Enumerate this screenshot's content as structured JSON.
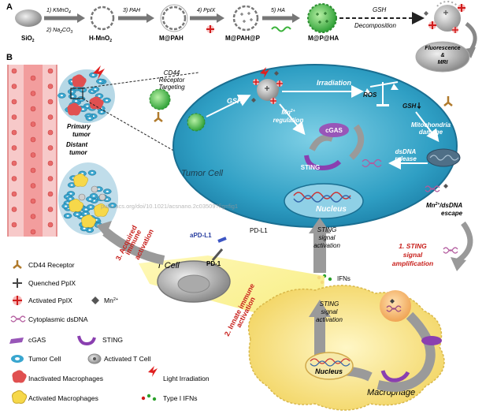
{
  "panel_a": {
    "letter": "A",
    "step1_line1": "1) KMnO",
    "step1_sub1": "4",
    "step1_line2": "2) Na",
    "step1_sub2a": "2",
    "step1_mid2": "CO",
    "step1_sub2b": "3",
    "step3": "3) PAH",
    "step4": "4) PpIX",
    "step5": "5) HA",
    "gsh": "GSH",
    "decomposition": "Decomposition",
    "sio2": "SiO",
    "sio2_sub": "2",
    "hmno2": "H-MnO",
    "hmno2_sub": "2",
    "mpah": "M@PAH",
    "mpahp": "M@PAH@P",
    "mpha": "M@P@HA",
    "fluor1": "Fluorescence",
    "fluor2": "&",
    "fluor3": "MRI"
  },
  "panel_b": {
    "letter": "B",
    "primary1": "Primary",
    "primary2": "tumor",
    "distant1": "Distant",
    "distant2": "tumor",
    "cd44_1": "CD44",
    "cd44_2": "Receptor",
    "cd44_3": "Targeting",
    "gsh": "GSH",
    "irradiation": "Irradiation",
    "ros": "ROS",
    "gsh2": "GSH",
    "mn_reg1": "Mn",
    "mn_reg2": "regulation",
    "cgas": "cGAS",
    "mito1": "Mitochondria",
    "mito2": "damage",
    "dsdna1": "dsDNA",
    "dsdna2": "release",
    "sting": "STING",
    "tumor_cell": "Tumor Cell",
    "nucleus": "Nucleus",
    "watermark": "pubs.acs.org/doi/10.1021/acsnano.2c03509?fig=fig1",
    "mn_escape1": "Mn",
    "mn_escape2": "/dsDNA",
    "mn_escape3": "escape",
    "apdl1": "aPD-L1",
    "pdl1": "PD-L1",
    "pd1": "PD-1",
    "tcell": "T Cell",
    "acquired1": "3. Acquired",
    "acquired2": "immune",
    "acquired3": "activation",
    "sting_sig1_1": "STING",
    "sting_sig1_2": "signal",
    "sting_sig1_3": "activation",
    "ifns": "IFNs",
    "amp1": "1. STING",
    "amp2": "signal",
    "amp3": "amplification",
    "innate1": "2. Innate immune",
    "innate2": "activation",
    "sting_sig2_1": "STING",
    "sting_sig2_2": "signal",
    "sting_sig2_3": "activation",
    "nucleus2": "Nucleus",
    "macrophage": "Macrophage"
  },
  "legend": {
    "cd44": "CD44 Receptor",
    "quenched": "Quenched PpIX",
    "activated_ppix": "Activated PpIX",
    "mn": "Mn",
    "dsdna": "Cytoplasmic dsDNA",
    "cgas": "cGAS",
    "sting": "STING",
    "tumor_cell": "Tumor Cell",
    "act_tcell": "Activated T Cell",
    "inact_mac": "Inactivated Macrophages",
    "light": "Light Irradiation",
    "act_mac": "Activated Macrophages",
    "ifns": "Type I IFNs"
  },
  "colors": {
    "tumor_fill": "#3aa9c9",
    "macrophage_fill": "#f6e27a",
    "arrow_gray": "#9a9a9a",
    "accent_red": "#c8201c",
    "green_np": "#4fbf4f",
    "purple": "#8a3fb0"
  }
}
